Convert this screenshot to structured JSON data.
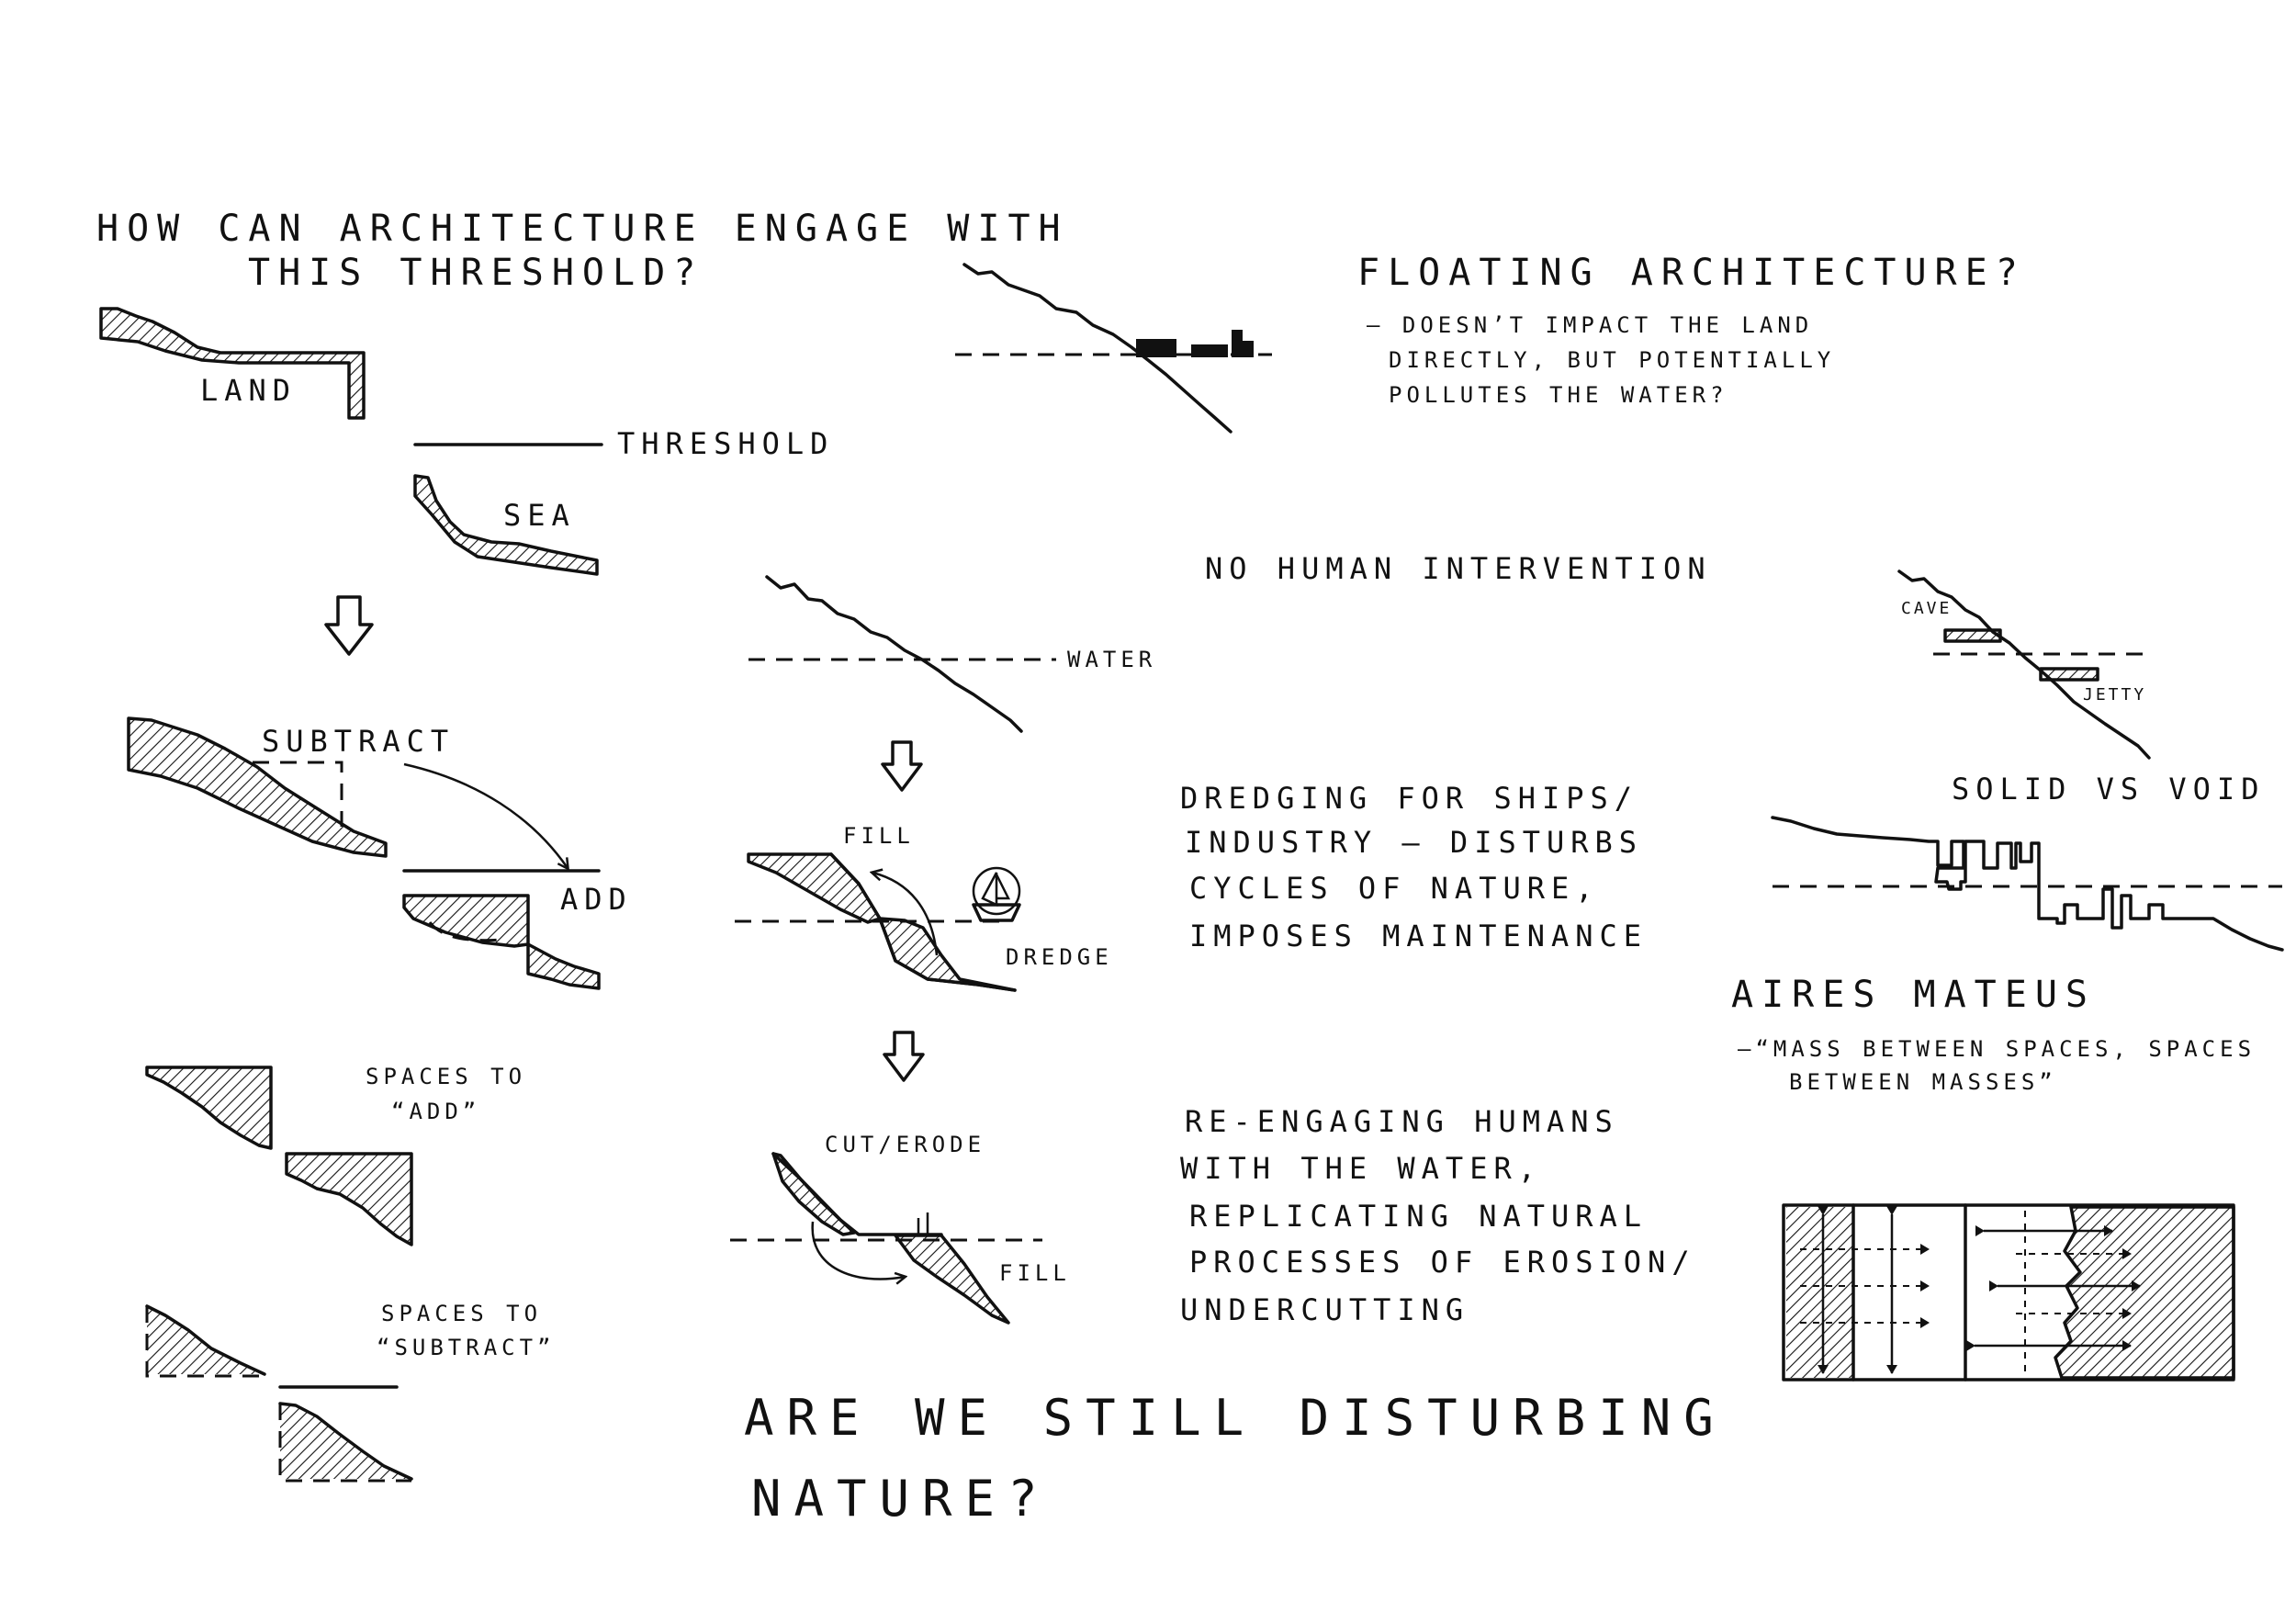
{
  "labels": {
    "question": [
      "HOW CAN ARCHITECTURE ENGAGE WITH",
      "THIS THRESHOLD?"
    ],
    "land": "LAND",
    "threshold": "THRESHOLD",
    "sea": "SEA",
    "subtract": "SUBTRACT",
    "add": "ADD",
    "spaces_add": [
      "SPACES TO",
      "“ADD”"
    ],
    "spaces_subtract": [
      "SPACES TO",
      "“SUBTRACT”"
    ],
    "floating_title": "FLOATING ARCHITECTURE?",
    "floating_note": [
      "– DOESN’T IMPACT THE LAND",
      "DIRECTLY, BUT POTENTIALLY",
      "POLLUTES THE WATER?"
    ],
    "no_human": "NO HUMAN INTERVENTION",
    "water": "WATER",
    "fill_top": "FILL",
    "dredge": "DREDGE",
    "dredging_note": [
      "DREDGING FOR SHIPS/",
      "INDUSTRY – DISTURBS",
      "CYCLES OF NATURE,",
      "IMPOSES MAINTENANCE"
    ],
    "cut_erode": "CUT/ERODE",
    "fill_bottom": "FILL",
    "reengaging_note": [
      "RE-ENGAGING HUMANS",
      "WITH THE WATER,",
      "REPLICATING NATURAL",
      "PROCESSES OF EROSION/",
      "UNDERCUTTING"
    ],
    "closing_question": [
      "ARE WE STILL DISTURBING",
      "NATURE?"
    ],
    "cave": "CAVE",
    "jetty": "JETTY",
    "solid_void": "SOLID VS VOID",
    "aires_mateus": "AIRES MATEUS",
    "aires_quote": [
      "–“MASS BETWEEN SPACES, SPACES",
      "BETWEEN MASSES”"
    ]
  }
}
